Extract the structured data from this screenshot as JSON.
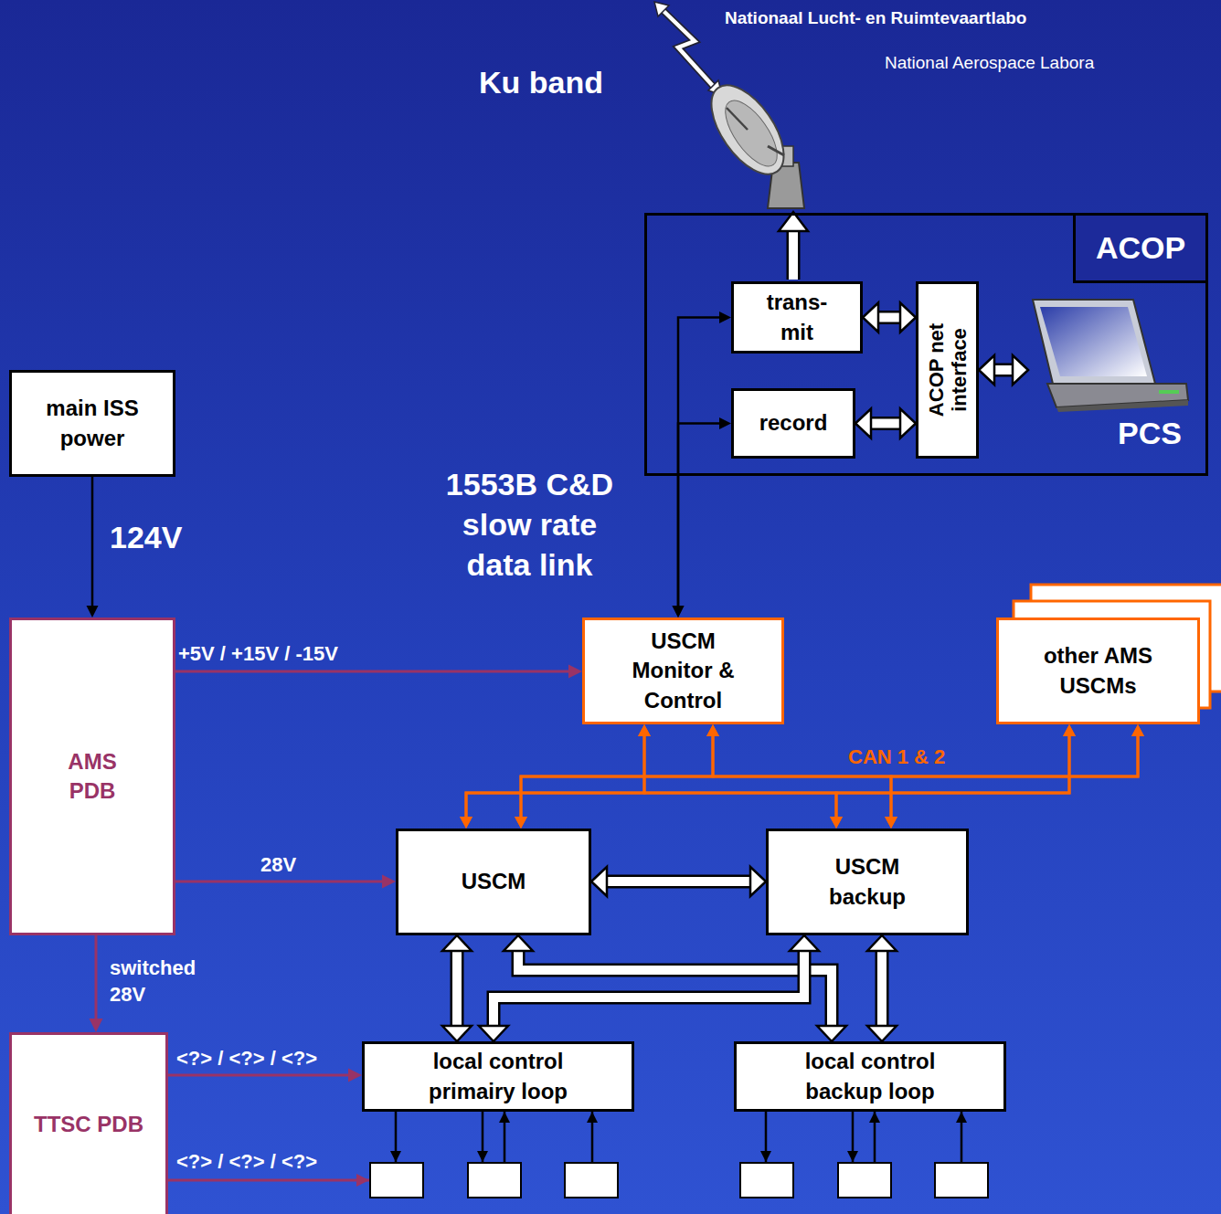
{
  "diagram": {
    "nodes": [
      {
        "text": [
          "main ISS power"
        ]
      },
      {
        "text": [
          "ACOP"
        ]
      },
      {
        "text": [
          "trans- mit"
        ],
        "in": 1
      },
      {
        "text": [
          "record"
        ],
        "in": 1
      },
      {
        "text": [
          "ACOP net interface"
        ],
        "in": 1
      },
      {
        "text": [
          "PCS"
        ],
        "in": 1
      },
      {
        "text": [
          "AMS PDB"
        ]
      },
      {
        "text": [
          "USCM Monitor & Control"
        ]
      },
      {
        "text": [
          "other AMS USCMs"
        ]
      },
      {
        "text": [
          "USCM"
        ]
      },
      {
        "text": [
          "USCM backup"
        ]
      },
      {
        "text": [
          "TTSC PDB"
        ]
      },
      {
        "text": [
          "local control primairy loop"
        ]
      },
      {
        "text": [
          "local control backup loop"
        ]
      }
    ],
    "edges": [
      {
        "from": 0,
        "to": 6,
        "arrow": "to",
        "label": "124V"
      },
      {
        "from": 6,
        "to": 7,
        "arrow": "to",
        "label": "+5V / +15V / -15V"
      },
      {
        "from": 6,
        "to": 9,
        "arrow": "to",
        "label": "28V"
      },
      {
        "from": 6,
        "to": 11,
        "arrow": "to",
        "label": "switched 28V"
      },
      {
        "from": 11,
        "to": 12,
        "arrow": "to",
        "label": "<?> / <?> / <?>"
      },
      {
        "from": 7,
        "to": 2,
        "arrow": "both"
      },
      {
        "from": 7,
        "to": 3,
        "arrow": "both",
        "label": "1553B C&D slow rate data link"
      },
      {
        "from": 2,
        "to": 4,
        "arrow": "both"
      },
      {
        "from": 3,
        "to": 4,
        "arrow": "both"
      },
      {
        "from": 4,
        "to": 5,
        "arrow": "both"
      },
      {
        "from": 9,
        "to": 7,
        "arrow": "both",
        "label": "CAN 1 & 2"
      },
      {
        "from": 9,
        "to": 8,
        "arrow": "both"
      },
      {
        "from": 10,
        "to": 7,
        "arrow": "both"
      },
      {
        "from": 10,
        "to": 8,
        "arrow": "both"
      },
      {
        "from": 9,
        "to": 10,
        "arrow": "both"
      },
      {
        "from": 9,
        "to": 12,
        "arrow": "both"
      },
      {
        "from": 9,
        "to": 13,
        "arrow": "both"
      },
      {
        "from": 10,
        "to": 12,
        "arrow": "both"
      },
      {
        "from": 10,
        "to": 13,
        "arrow": "both"
      }
    ],
    "labels": [
      "Nationaal Lucht- en Ruimtevaartlabo",
      "National Aerospace Labora",
      "Ku band",
      "<?> / <?> / <?>"
    ]
  }
}
